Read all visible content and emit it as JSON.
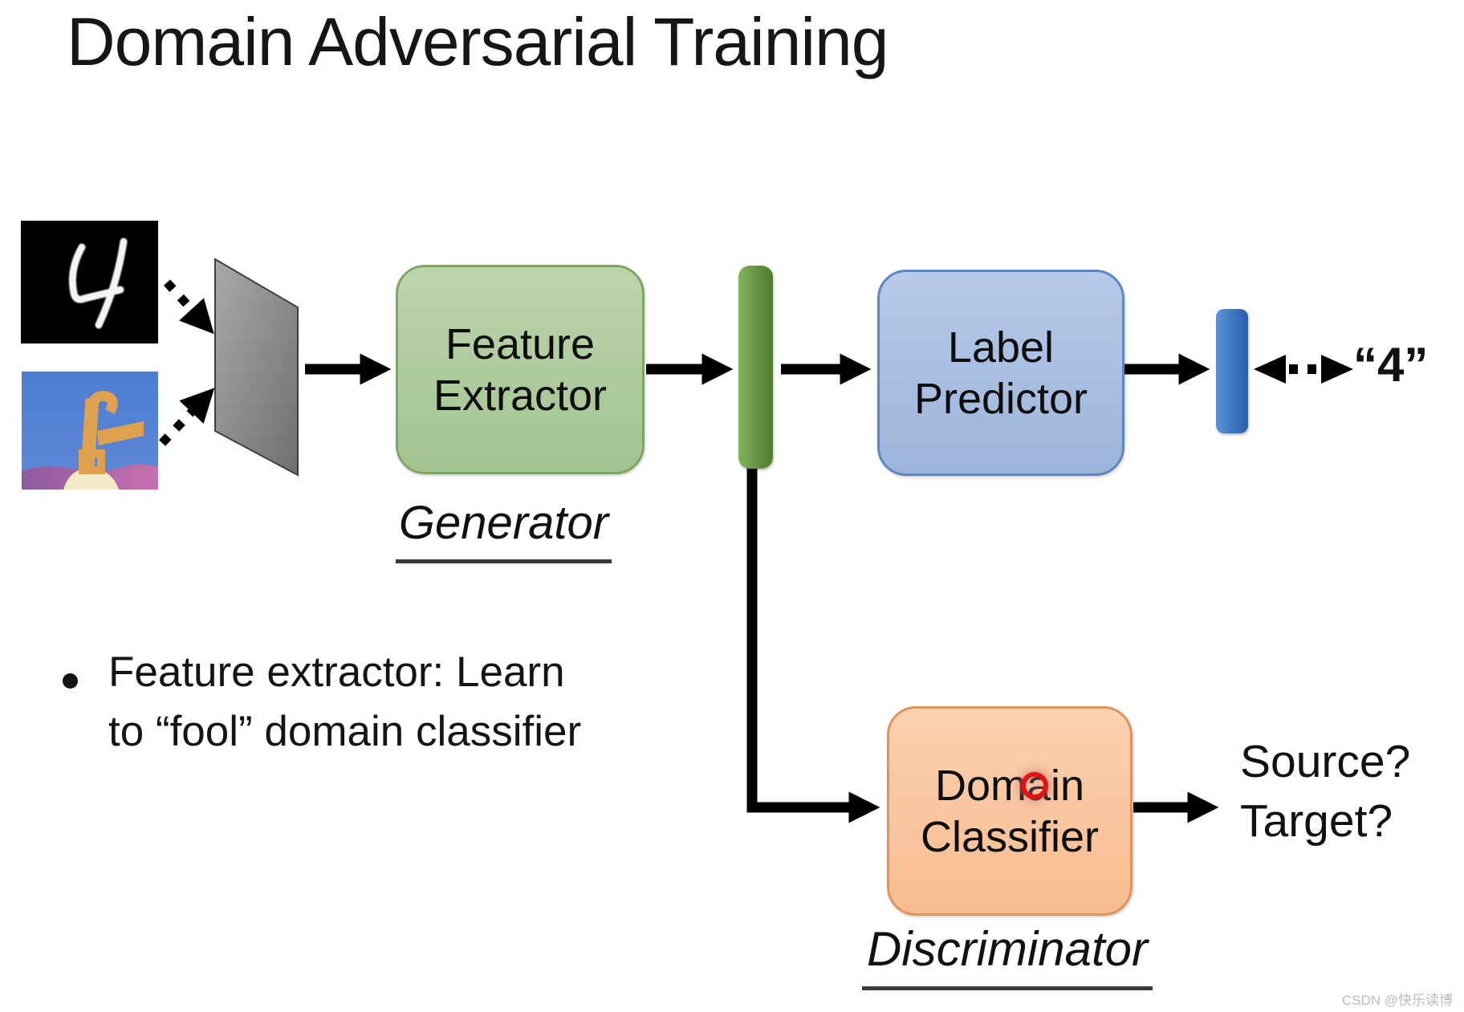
{
  "slide": {
    "title": "Domain Adversarial Training",
    "watermark": "CSDN @快乐读博"
  },
  "bullet": {
    "line1": "Feature extractor: Learn",
    "line2": "to “fool” domain classifier"
  },
  "inputs": {
    "source_image": "handwritten digit 4 on black (MNIST, source domain)",
    "target_image": "colored digit on blue scene (MNIST-M, target domain)",
    "source_digit": "4"
  },
  "nodes": {
    "feature_extractor": {
      "line1": "Feature",
      "line2": "Extractor",
      "caption": "Generator"
    },
    "label_predictor": {
      "line1": "Label",
      "line2": "Predictor"
    },
    "domain_classifier": {
      "line1": "Domain",
      "line2": "Classifier",
      "caption": "Discriminator"
    }
  },
  "outputs": {
    "label_prediction": "“4”",
    "domain_question_line1": "Source?",
    "domain_question_line2": "Target?"
  },
  "colors": {
    "feature_extractor_fill": "#aecb9d",
    "feature_extractor_border": "#7fa763",
    "label_predictor_fill": "#a9bfe0",
    "label_predictor_border": "#5e86c2",
    "domain_classifier_fill": "#f9c8a2",
    "domain_classifier_border": "#e0935c",
    "feature_bar_green": "#639244",
    "output_bar_blue": "#3a72bd",
    "input_plane_gray": "#8a8a8a",
    "laser_pointer_red": "#e41212",
    "arrow_black": "#000000",
    "watermark_gray": "#bbbbbb"
  }
}
